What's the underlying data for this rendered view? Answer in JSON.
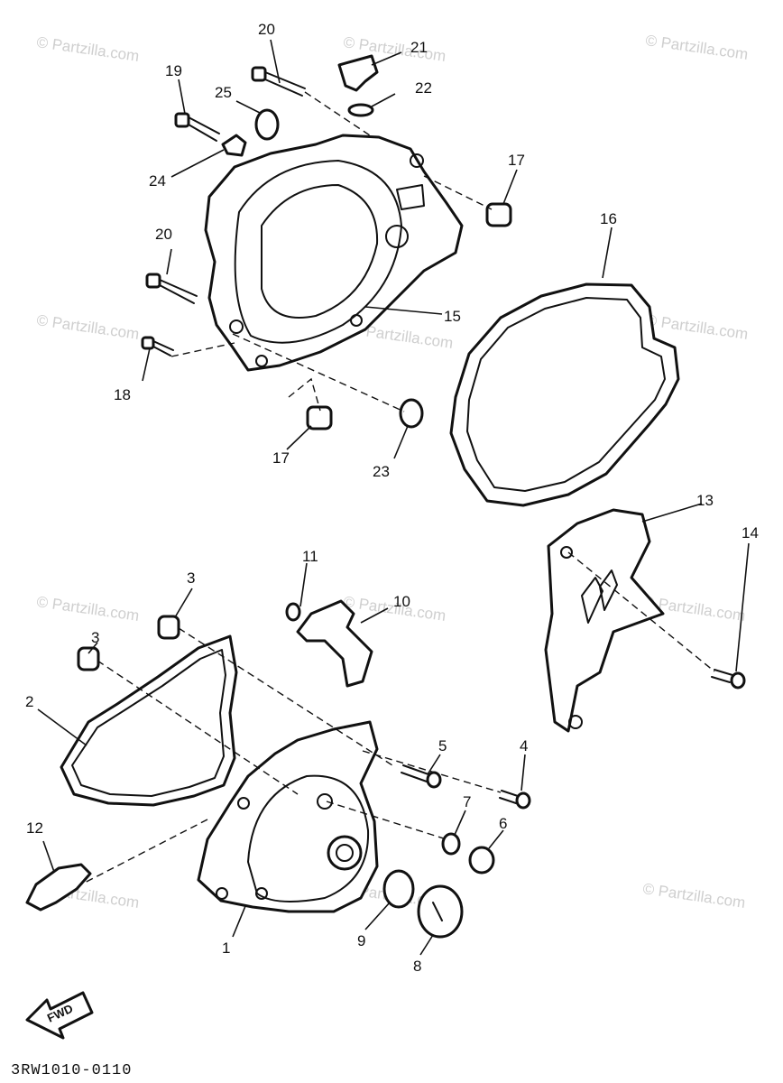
{
  "diagram": {
    "watermark_text": "© Partzilla.com",
    "diagram_code": "3RW1010-0110",
    "direction_label": "FWD",
    "callouts": [
      "20",
      "21",
      "22",
      "19",
      "25",
      "24",
      "17",
      "16",
      "20",
      "15",
      "18",
      "17",
      "23",
      "13",
      "14",
      "11",
      "3",
      "10",
      "3",
      "5",
      "4",
      "2",
      "7",
      "6",
      "12",
      "9",
      "1",
      "8"
    ]
  }
}
